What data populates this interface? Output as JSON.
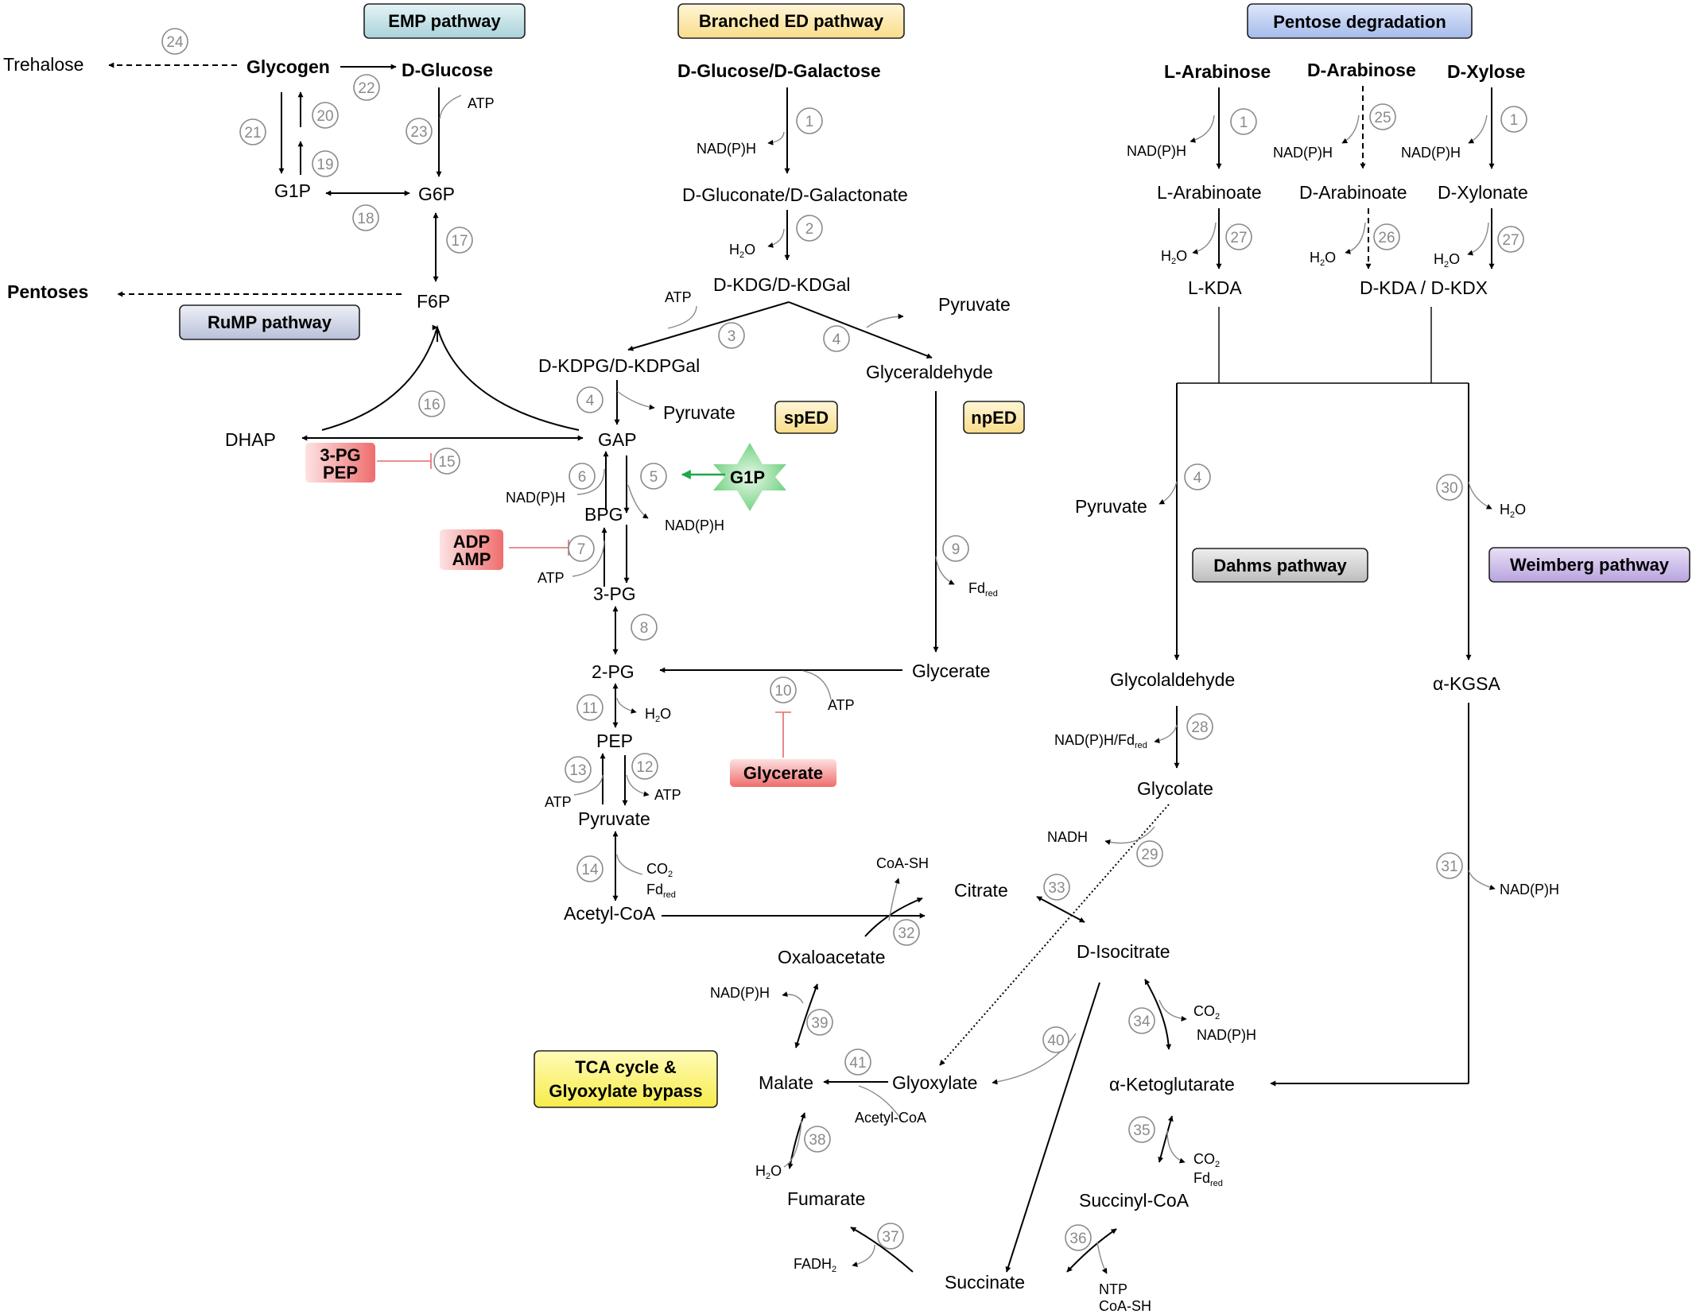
{
  "pathway_labels": {
    "emp": "EMP pathway",
    "branched_ed": "Branched ED pathway",
    "pentose": "Pentose degradation",
    "rump": "RuMP pathway",
    "sped": "spED",
    "nped": "npED",
    "dahms": "Dahms pathway",
    "weimberg": "Weimberg pathway",
    "tca_line1": "TCA cycle &",
    "tca_line2": "Glyoxylate bypass"
  },
  "colors": {
    "emp": "#b8dce3",
    "branched_ed": "#fce7a6",
    "pentose": "#b3c6ef",
    "rump": "#c9cfe2",
    "sped": "#fce7a6",
    "nped": "#fce7a6",
    "dahms": "#cfcfcf",
    "weimberg": "#c8b8e6",
    "tca": "#fdf36b",
    "inhibitor": "#f07b7b",
    "activator": "#5ecb6e"
  },
  "metabolites": {
    "trehalose": "Trehalose",
    "glycogen": "Glycogen",
    "d_glucose": "D-Glucose",
    "g1p": "G1P",
    "g6p": "G6P",
    "pentoses": "Pentoses",
    "f6p": "F6P",
    "dhap": "DHAP",
    "gap": "GAP",
    "bpg": "BPG",
    "pg3": "3-PG",
    "pg2": "2-PG",
    "pep": "PEP",
    "pyruvate": "Pyruvate",
    "acetyl_coa": "Acetyl-CoA",
    "glc_gal": "D-Glucose/D-Galactose",
    "gluconate": "D-Gluconate/D-Galactonate",
    "kdg": "D-KDG/D-KDGal",
    "kdpg": "D-KDPG/D-KDPGal",
    "glyceraldehyde": "Glyceraldehyde",
    "glycerate": "Glycerate",
    "l_arabinose": "L-Arabinose",
    "d_arabinose": "D-Arabinose",
    "d_xylose": "D-Xylose",
    "l_arabinoate": "L-Arabinoate",
    "d_arabinoate": "D-Arabinoate",
    "d_xylonate": "D-Xylonate",
    "l_kda": "L-KDA",
    "d_kda_kdx": "D-KDA / D-KDX",
    "glycolaldehyde": "Glycolaldehyde",
    "glycolate": "Glycolate",
    "akgsa": "α-KGSA",
    "citrate": "Citrate",
    "d_isocitrate": "D-Isocitrate",
    "oxaloacetate": "Oxaloacetate",
    "malate": "Malate",
    "glyoxylate": "Glyoxylate",
    "fumarate": "Fumarate",
    "succinate": "Succinate",
    "succinyl_coa": "Succinyl-CoA",
    "a_ketoglutarate": "α-Ketoglutarate"
  },
  "cofactors": {
    "atp": "ATP",
    "nadph": "NAD(P)H",
    "h2o": "H",
    "h2o_sub": "2",
    "h2o_o": "O",
    "fd": "Fd",
    "fd_sub": "red",
    "co2": "CO",
    "co2_sub": "2",
    "coa_sh": "CoA-SH",
    "nadh": "NADH",
    "nadph_fd": "NAD(P)H/Fd",
    "fadh": "FADH",
    "fadh_sub": "2",
    "ntp": "NTP",
    "acetyl_coa_small": "Acetyl-CoA"
  },
  "regulators": {
    "pg3": "3-PG",
    "pep": "PEP",
    "adp": "ADP",
    "amp": "AMP",
    "glycerate": "Glycerate",
    "g1p": "G1P"
  },
  "enzyme_numbers": [
    "1",
    "2",
    "3",
    "4",
    "5",
    "6",
    "7",
    "8",
    "9",
    "10",
    "11",
    "12",
    "13",
    "14",
    "15",
    "16",
    "17",
    "18",
    "19",
    "20",
    "21",
    "22",
    "23",
    "24",
    "25",
    "26",
    "27",
    "28",
    "29",
    "30",
    "31",
    "32",
    "33",
    "34",
    "35",
    "36",
    "37",
    "38",
    "39",
    "40",
    "41"
  ]
}
